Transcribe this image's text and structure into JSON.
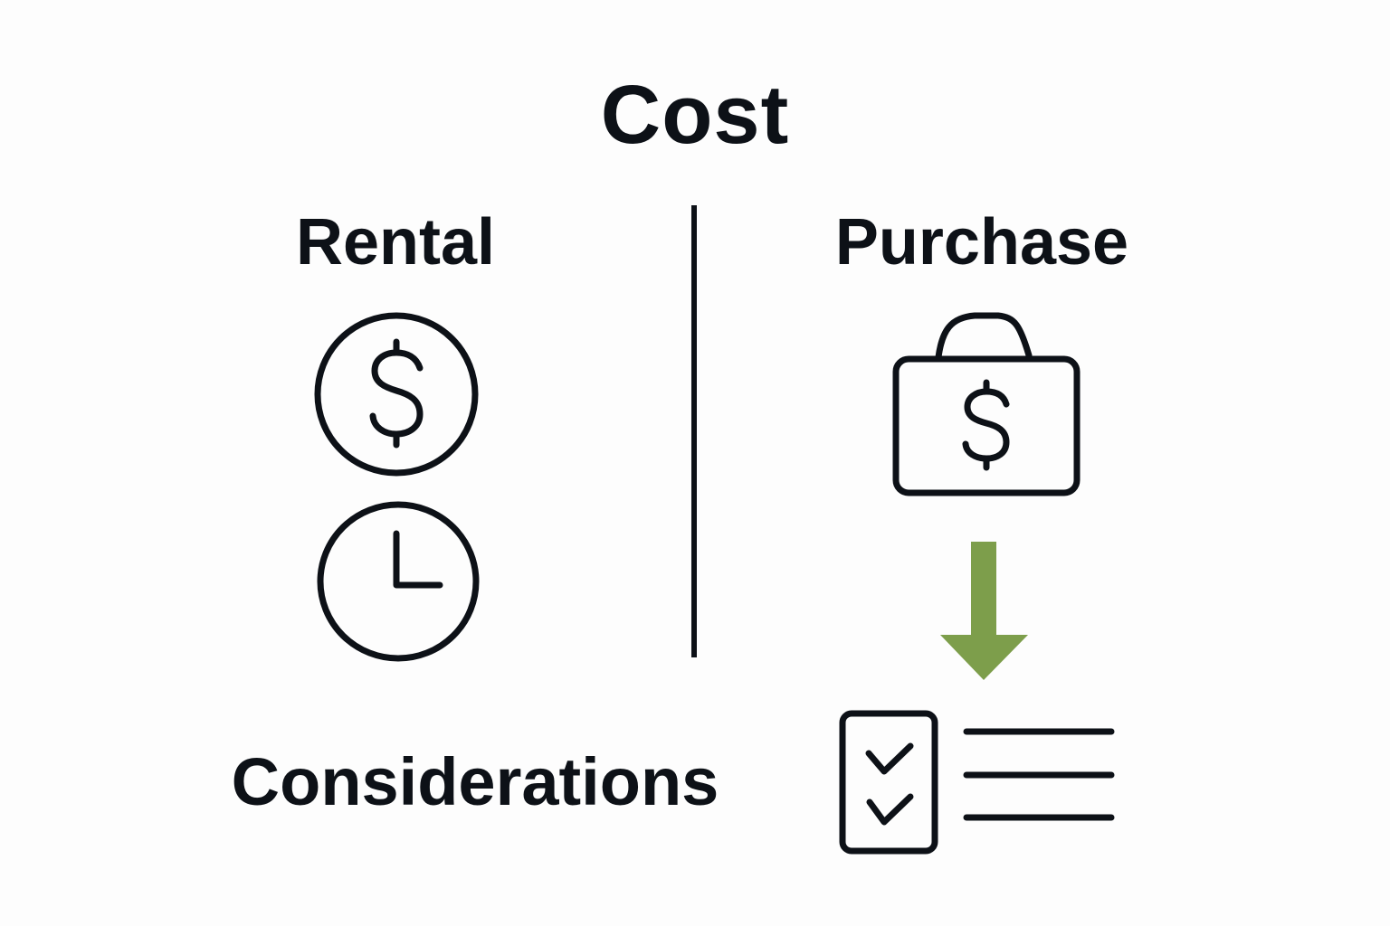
{
  "title": "Cost",
  "columns": [
    {
      "label": "Rental",
      "icons": [
        "dollar-circle-icon",
        "clock-icon"
      ]
    },
    {
      "label": "Purchase",
      "icons": [
        "money-bag-icon",
        "arrow-down-icon",
        "checklist-icon"
      ]
    }
  ],
  "footer_label": "Considerations",
  "colors": {
    "text": "#0d1117",
    "arrow": "#7d9e4b",
    "background": "#fdfdfd"
  }
}
